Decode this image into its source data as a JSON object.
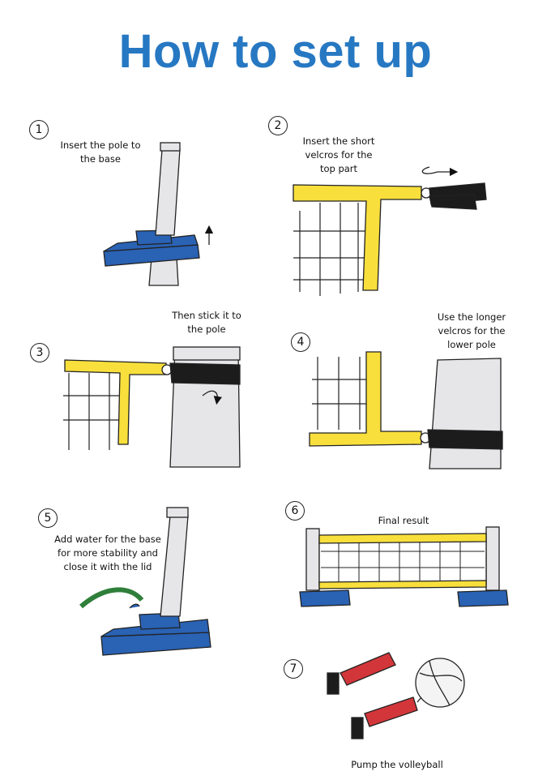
{
  "title": "How to set up",
  "steps": [
    {
      "number": "1",
      "caption": [
        "Insert the pole to",
        "the base"
      ]
    },
    {
      "number": "2",
      "caption": [
        "Insert the short",
        "velcros for the",
        "top part"
      ]
    },
    {
      "number": "3",
      "caption": [
        "Then stick it to",
        "the pole"
      ]
    },
    {
      "number": "4",
      "caption": [
        "Use the longer",
        "velcros for the",
        "lower pole"
      ]
    },
    {
      "number": "5",
      "caption": [
        "Add water for the base",
        "for more stability and",
        "close it with the lid"
      ]
    },
    {
      "number": "6",
      "caption": [
        "Final result"
      ]
    },
    {
      "number": "7",
      "caption": [
        "Pump the volleyball"
      ]
    }
  ],
  "colors": {
    "title": "#2778c2",
    "base_blue": "#2a62b4",
    "net_yellow": "#f8df3c",
    "pole_grey": "#e6e6e8",
    "velcro_black": "#1c1c1c",
    "pump_red": "#d3363a",
    "water_green": "#2f7f3a"
  }
}
